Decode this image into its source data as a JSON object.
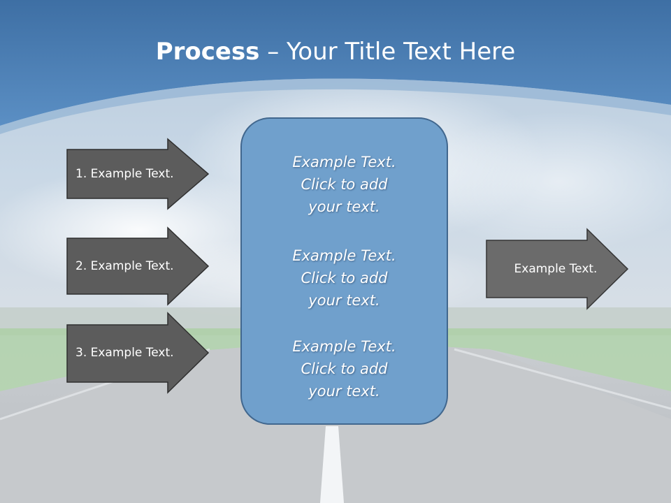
{
  "slide": {
    "title_bold": "Process",
    "title_rest": " – Your Title Text Here"
  },
  "left_steps": [
    {
      "label": "1. Example Text."
    },
    {
      "label": "2. Example Text."
    },
    {
      "label": "3. Example Text."
    }
  ],
  "center_box": {
    "blocks": [
      {
        "lines": [
          "Example Text.",
          "Click  to add",
          "your text."
        ]
      },
      {
        "lines": [
          "Example Text.",
          "Click  to add",
          "your text."
        ]
      },
      {
        "lines": [
          "Example Text.",
          "Click  to add",
          "your text."
        ]
      }
    ]
  },
  "output_arrow": {
    "label": "Example Text."
  },
  "colors": {
    "dark_arrow": "#5c5c5c",
    "light_arrow": "#6b6b6b",
    "center_fill": "#70a0cc",
    "center_border": "#41678e"
  }
}
